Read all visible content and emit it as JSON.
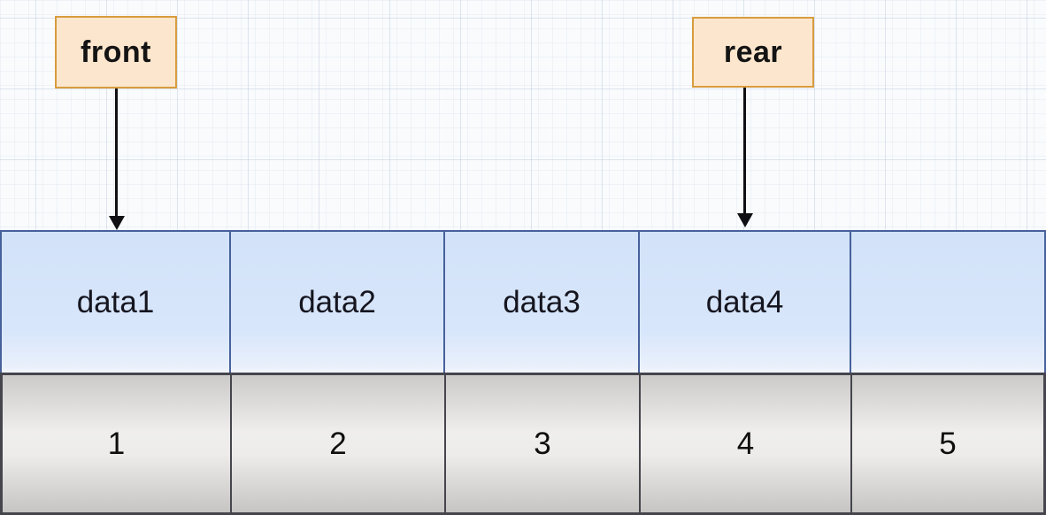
{
  "diagram": {
    "title": "queue-array-diagram",
    "pointers": {
      "front": {
        "label": "front"
      },
      "rear": {
        "label": "rear"
      }
    },
    "queue": {
      "data_cells": [
        "data1",
        "data2",
        "data3",
        "data4",
        ""
      ],
      "index_cells": [
        "1",
        "2",
        "3",
        "4",
        "5"
      ]
    },
    "colors": {
      "pointer_fill": "#fce6cd",
      "pointer_border": "#d89c3e",
      "data_cell_fill": "#d8e6fb",
      "data_cell_border": "#46619b",
      "index_cell_fill_top": "#cbcac9",
      "index_cell_fill_mid": "#efeeed",
      "index_cell_border": "#45454d",
      "arrow": "#101014",
      "background": "#f9fbfd"
    }
  }
}
